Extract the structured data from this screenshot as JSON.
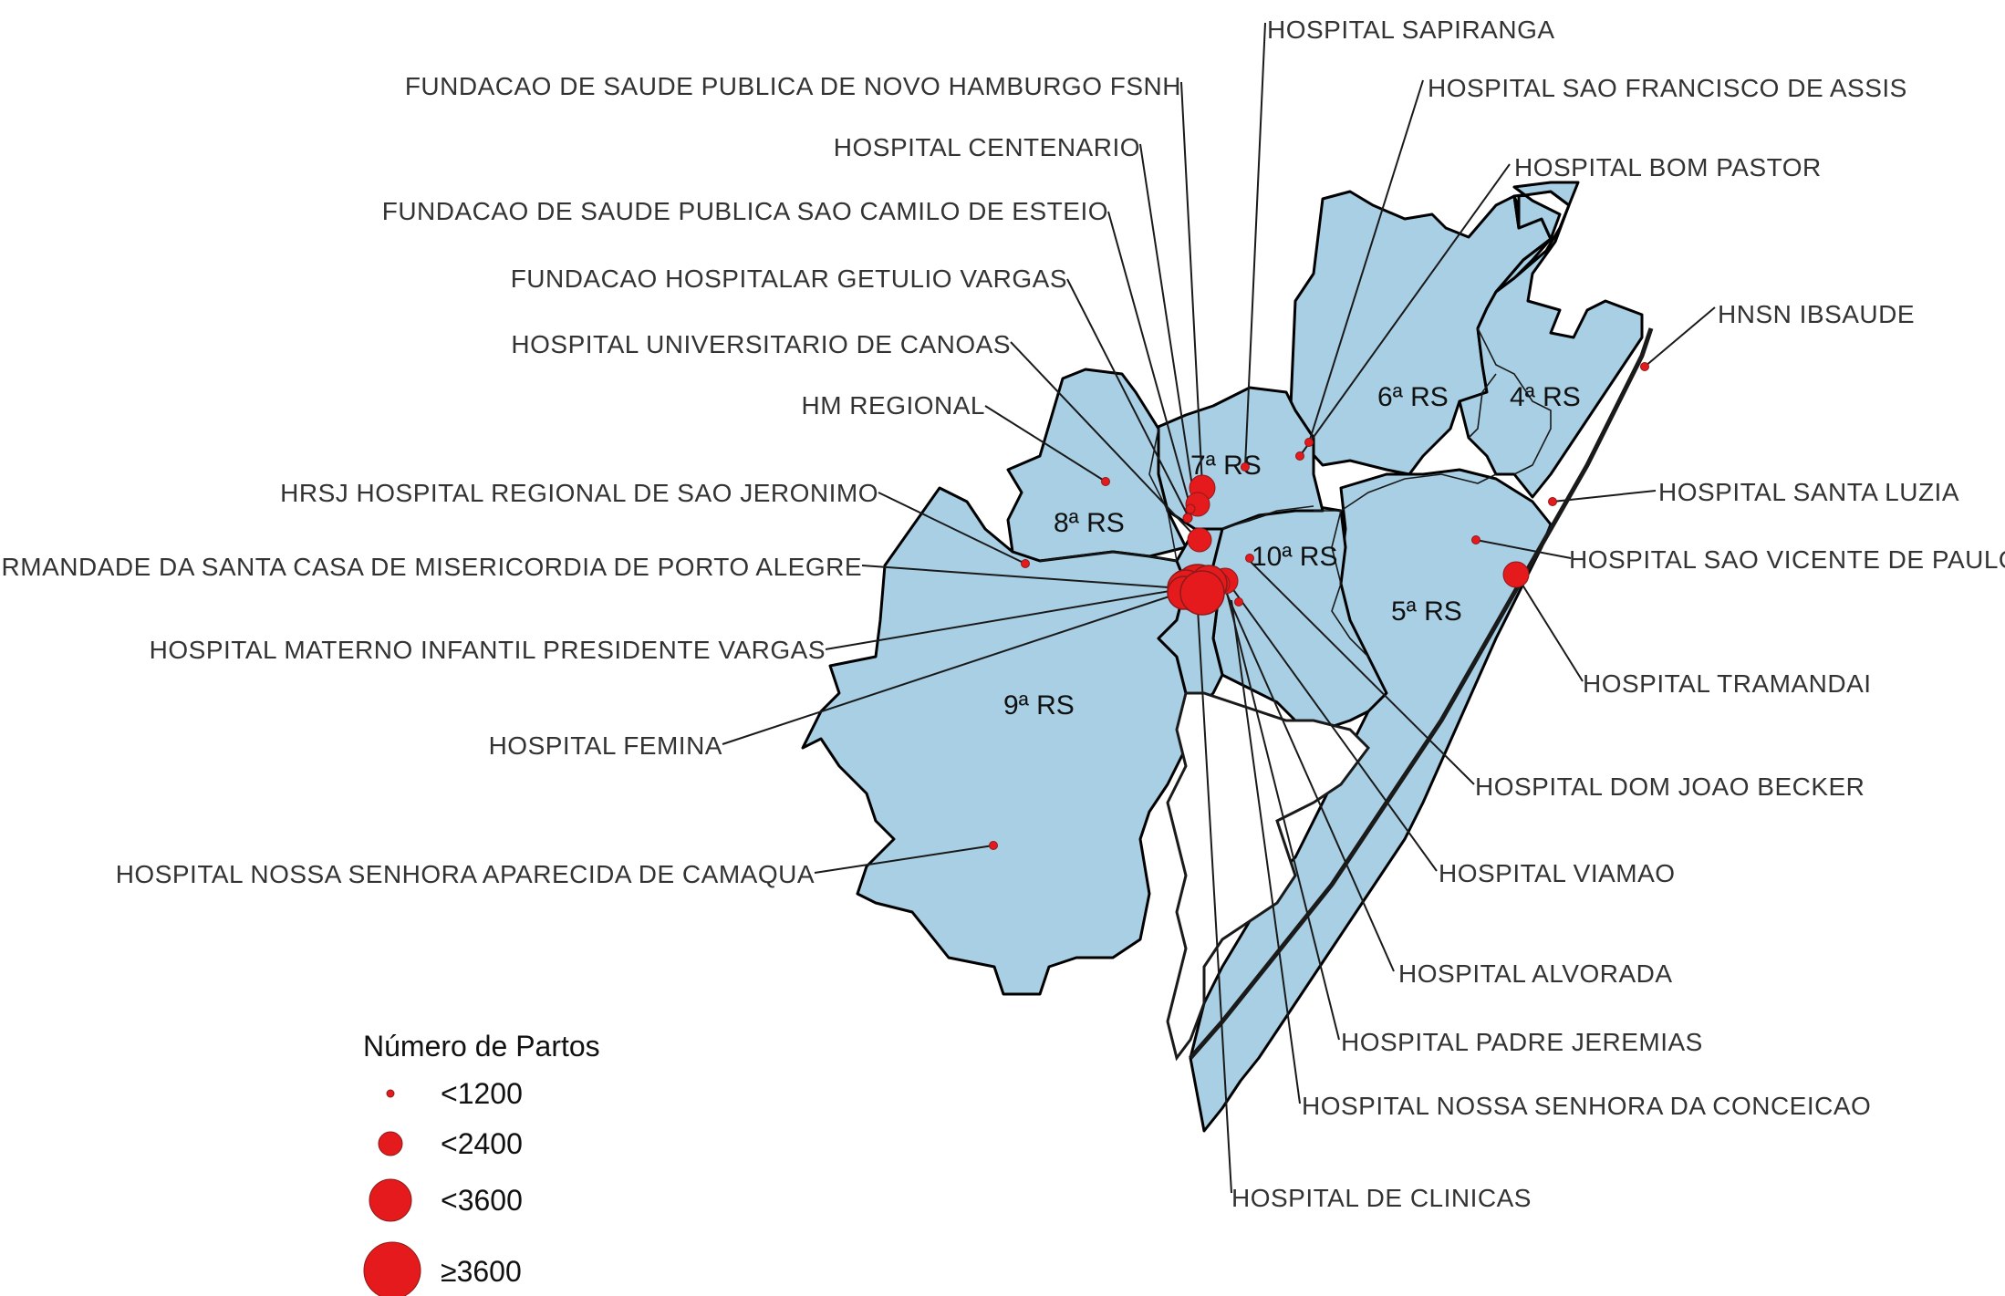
{
  "map": {
    "marker_color": "#e41a1c",
    "region_fill": "#a8cfe4",
    "regions": [
      {
        "id": "4",
        "label": "4ª RS"
      },
      {
        "id": "5",
        "label": "5ª RS"
      },
      {
        "id": "6",
        "label": "6ª RS"
      },
      {
        "id": "7",
        "label": "7ª RS"
      },
      {
        "id": "8",
        "label": "8ª RS"
      },
      {
        "id": "9",
        "label": "9ª RS"
      },
      {
        "id": "10",
        "label": "10ª RS"
      }
    ],
    "hospitals": [
      {
        "name": "HOSPITAL SAPIRANGA",
        "size_class": "<1200"
      },
      {
        "name": "FUNDACAO DE SAUDE PUBLICA DE NOVO HAMBURGO FSNH",
        "size_class": "<2400"
      },
      {
        "name": "HOSPITAL SAO FRANCISCO DE ASSIS",
        "size_class": "<1200"
      },
      {
        "name": "HOSPITAL CENTENARIO",
        "size_class": "<2400"
      },
      {
        "name": "HOSPITAL BOM PASTOR",
        "size_class": "<1200"
      },
      {
        "name": "FUNDACAO DE SAUDE PUBLICA SAO CAMILO DE ESTEIO",
        "size_class": "<1200"
      },
      {
        "name": "FUNDACAO HOSPITALAR GETULIO VARGAS",
        "size_class": "<1200"
      },
      {
        "name": "HNSN IBSAUDE",
        "size_class": "<1200"
      },
      {
        "name": "HOSPITAL UNIVERSITARIO DE CANOAS",
        "size_class": "<2400"
      },
      {
        "name": "HM REGIONAL",
        "size_class": "<1200"
      },
      {
        "name": "HRSJ HOSPITAL REGIONAL DE SAO JERONIMO",
        "size_class": "<1200"
      },
      {
        "name": "HOSPITAL SANTA LUZIA",
        "size_class": "<1200"
      },
      {
        "name": "IRMANDADE DA SANTA CASA DE MISERICORDIA DE PORTO ALEGRE",
        "size_class": "≥3600"
      },
      {
        "name": "HOSPITAL SAO VICENTE DE PAULO",
        "size_class": "<1200"
      },
      {
        "name": "HOSPITAL MATERNO INFANTIL PRESIDENTE VARGAS",
        "size_class": "<3600"
      },
      {
        "name": "HOSPITAL TRAMANDAI",
        "size_class": "<2400"
      },
      {
        "name": "HOSPITAL FEMINA",
        "size_class": "<3600"
      },
      {
        "name": "HOSPITAL DOM JOAO BECKER",
        "size_class": "<1200"
      },
      {
        "name": "HOSPITAL NOSSA SENHORA APARECIDA DE CAMAQUA",
        "size_class": "<1200"
      },
      {
        "name": "HOSPITAL VIAMAO",
        "size_class": "<1200"
      },
      {
        "name": "HOSPITAL ALVORADA",
        "size_class": "<2400"
      },
      {
        "name": "HOSPITAL PADRE JEREMIAS",
        "size_class": "<2400"
      },
      {
        "name": "HOSPITAL NOSSA SENHORA DA CONCEICAO",
        "size_class": "<3600"
      },
      {
        "name": "HOSPITAL DE CLINICAS",
        "size_class": "≥3600"
      }
    ]
  },
  "legend": {
    "title": "Número de Partos",
    "items": [
      {
        "label": "<1200"
      },
      {
        "label": "<2400"
      },
      {
        "label": "<3600"
      },
      {
        "label": "≥3600"
      }
    ]
  }
}
